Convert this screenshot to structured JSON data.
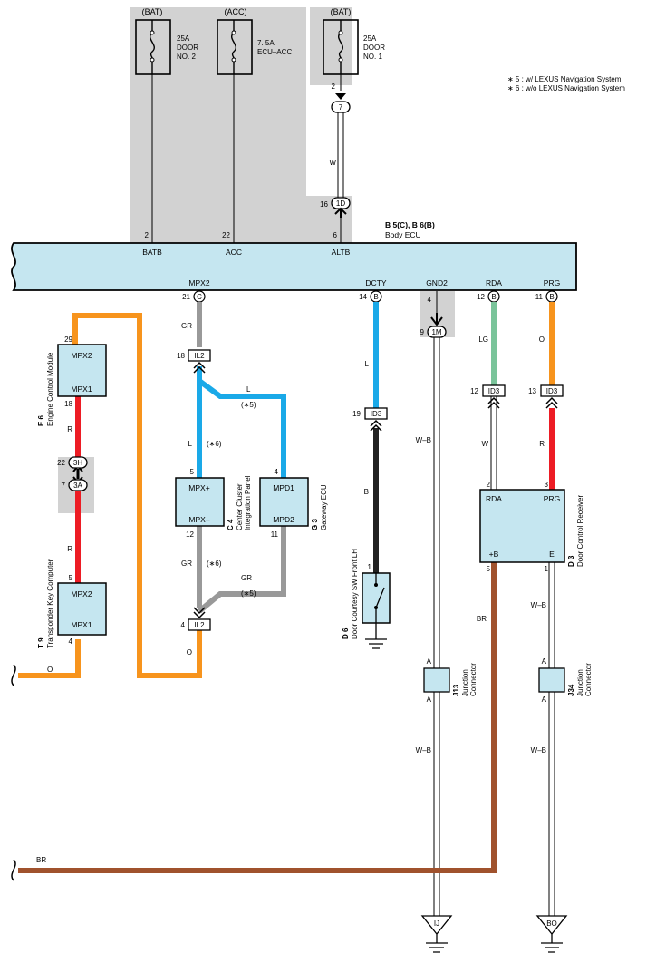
{
  "notes": [
    "∗ 5 : w/ LEXUS Navigation System",
    "∗ 6 : w/o LEXUS Navigation System"
  ],
  "fuses": [
    {
      "source": "(BAT)",
      "rating": "25A",
      "name1": "DOOR",
      "name2": "NO. 2",
      "pin": "2",
      "terminal": "BATB"
    },
    {
      "source": "(ACC)",
      "rating": "7. 5A",
      "name1": "ECU–ACC",
      "name2": "",
      "pin": "22",
      "terminal": "ACC"
    },
    {
      "source": "(BAT)",
      "rating": "25A",
      "name1": "DOOR",
      "name2": "NO. 1",
      "pin": "6",
      "terminal": "ALTB"
    }
  ],
  "body_ecu": {
    "code": "B 5(C), B 6(B)",
    "name": "Body ECU"
  },
  "ecu_bottom_pins": [
    {
      "terminal": "MPX2",
      "pin": "21",
      "conn": "C"
    },
    {
      "terminal": "DCTY",
      "pin": "14",
      "conn": "B"
    },
    {
      "terminal": "GND2",
      "pin": "4",
      "conn": ""
    },
    {
      "terminal": "RDA",
      "pin": "12",
      "conn": "B"
    },
    {
      "terminal": "PRG",
      "pin": "11",
      "conn": "B"
    }
  ],
  "wires": {
    "w": "W",
    "gr": "GR",
    "gr2": "GR",
    "gr3": "GR",
    "l1": "L",
    "l2": "L",
    "l3": "L",
    "r1": "R",
    "r2": "R",
    "r3": "R",
    "b": "B",
    "wb1": "W–B",
    "wb2": "W–B",
    "wb3": "W–B",
    "wb4": "W–B",
    "lg": "LG",
    "o1": "O",
    "o2": "O",
    "o3": "O",
    "w2": "W",
    "br1": "BR",
    "br2": "BR",
    "n5a": "(∗5)",
    "n5b": "(∗5)",
    "n6a": "(∗6)",
    "n6b": "(∗6)"
  },
  "connectors": {
    "c7": {
      "label": "7",
      "pin": "2"
    },
    "c1d": {
      "label": "1D",
      "pin": "16"
    },
    "c1m": {
      "label": "1M",
      "pin": "9"
    },
    "il2top": {
      "label": "IL2",
      "pin": "18"
    },
    "il2bot": {
      "label": "IL2",
      "pin": "4"
    },
    "id3a": {
      "label": "ID3",
      "pin": "19"
    },
    "id3b": {
      "label": "ID3",
      "pin": "12"
    },
    "id3c": {
      "label": "ID3",
      "pin": "13"
    },
    "c3h": {
      "label": "3H",
      "pin": "22"
    },
    "c3a": {
      "label": "3A",
      "pin": "7"
    }
  },
  "components": {
    "e6": {
      "code": "E 6",
      "name": "Engine Control Module",
      "t1": "MPX2",
      "t2": "MPX1",
      "p1": "29",
      "p2": "18"
    },
    "t9": {
      "code": "T 9",
      "name": "Transponder Key Computer",
      "t1": "MPX2",
      "t2": "MPX1",
      "p1": "5",
      "p2": "4"
    },
    "c4": {
      "code": "C 4",
      "name1": "Center Cluster",
      "name2": "Integration Panel",
      "t1": "MPX+",
      "t2": "MPX–",
      "p1": "5",
      "p2": "12"
    },
    "g3": {
      "code": "G 3",
      "name": "Gateway ECU",
      "t1": "MPD1",
      "t2": "MPD2",
      "p1": "4",
      "p2": "11"
    },
    "d6": {
      "code": "D 6",
      "name": "Door Courtesy SW Front LH",
      "p1": "1"
    },
    "d3": {
      "code": "D 3",
      "name": "Door Control Receiver",
      "t1": "RDA",
      "t2": "PRG",
      "t3": "+B",
      "t4": "E",
      "p1": "2",
      "p2": "3",
      "p3": "5",
      "p4": "1"
    },
    "j13": {
      "code": "J13",
      "name1": "Junction",
      "name2": "Connector",
      "a1": "A",
      "a2": "A"
    },
    "j34": {
      "code": "J34",
      "name1": "Junction",
      "name2": "Connector",
      "a1": "A",
      "a2": "A"
    }
  },
  "grounds": {
    "ij": "IJ",
    "bo": "BO"
  },
  "colors": {
    "ecu_fill": "#c5e6f0",
    "shade": "#d2d2d2",
    "orange": "#f7941d",
    "red": "#ed1c24",
    "blue": "#1aa9e8",
    "gray": "#999999",
    "green": "#7ac49a",
    "brown": "#a0522d",
    "black": "#222222"
  }
}
